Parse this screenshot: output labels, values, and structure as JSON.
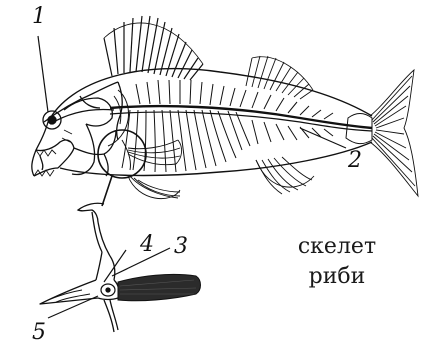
{
  "figure": {
    "labels": [
      "1",
      "2",
      "3",
      "4",
      "5"
    ],
    "caption": {
      "line1": "скелет",
      "line2": "риби"
    },
    "colors": {
      "ink": "#111111",
      "fin": "#2b2b2b",
      "background": "#ffffff"
    }
  }
}
